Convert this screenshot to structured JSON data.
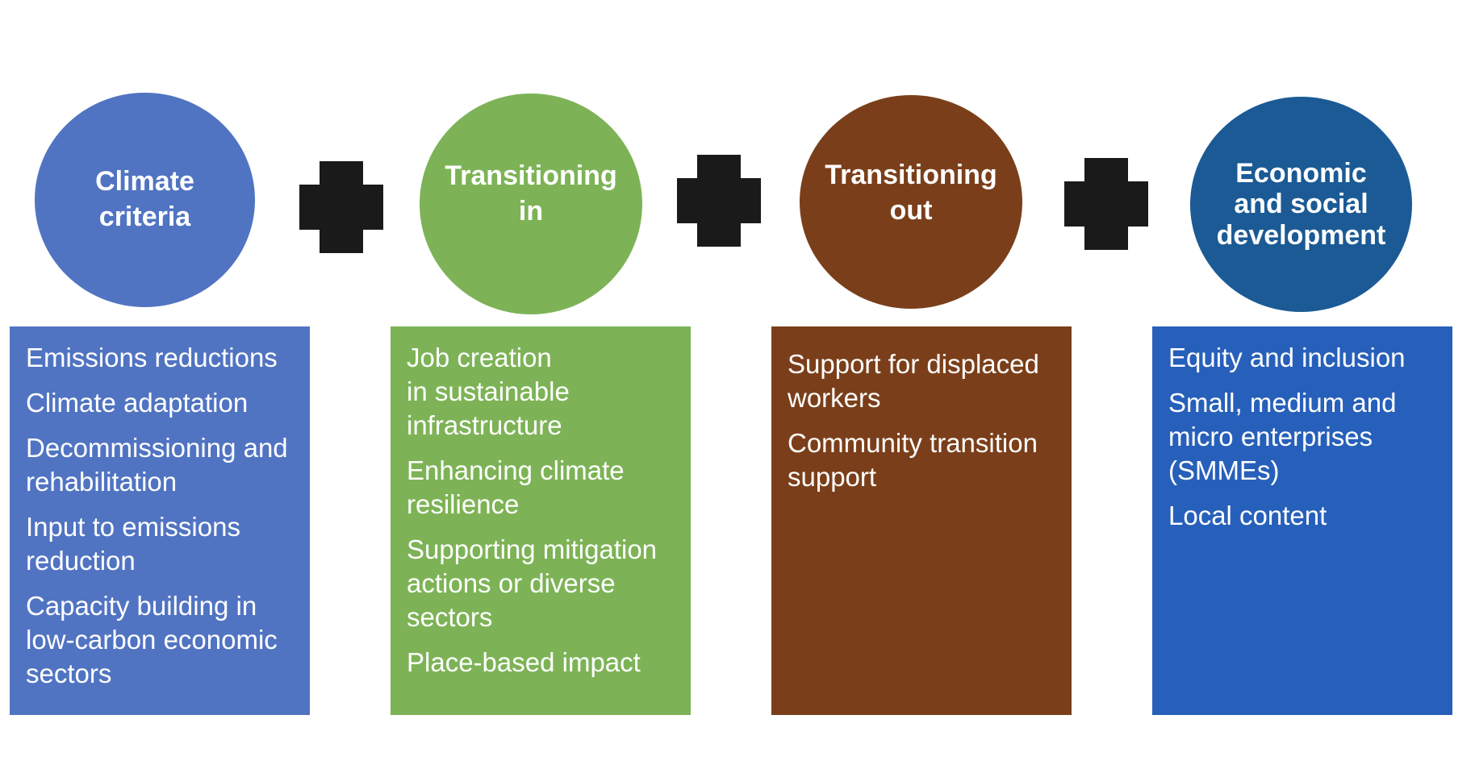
{
  "colors": {
    "climate": "#5174c2",
    "transitioning_in": "#7db356",
    "transitioning_out": "#7a3f1a",
    "economic_circle": "#1b5a95",
    "economic_box": "#2760ba",
    "plus": "#1a1a1a"
  },
  "pillars": [
    {
      "title": "Climate\ncriteria",
      "items": [
        "Emissions reductions",
        "Climate adaptation",
        "Decommissioning and\nrehabilitation",
        "Input to emissions\nreduction",
        "Capacity building in\nlow-carbon economic\nsectors"
      ]
    },
    {
      "title": "Transitioning\nin",
      "items": [
        "Job creation\nin sustainable\ninfrastructure",
        "Enhancing climate\nresilience",
        "Supporting mitigation\nactions or diverse\nsectors",
        "Place-based impact"
      ]
    },
    {
      "title": "Transitioning\nout",
      "items": [
        "Support for displaced\nworkers",
        "Community transition\nsupport"
      ]
    },
    {
      "title": "Economic\nand social\ndevelopment",
      "items": [
        "Equity and inclusion",
        "Small, medium and\nmicro enterprises\n(SMMEs)",
        "Local content"
      ]
    }
  ],
  "connector_icon": "plus-icon"
}
